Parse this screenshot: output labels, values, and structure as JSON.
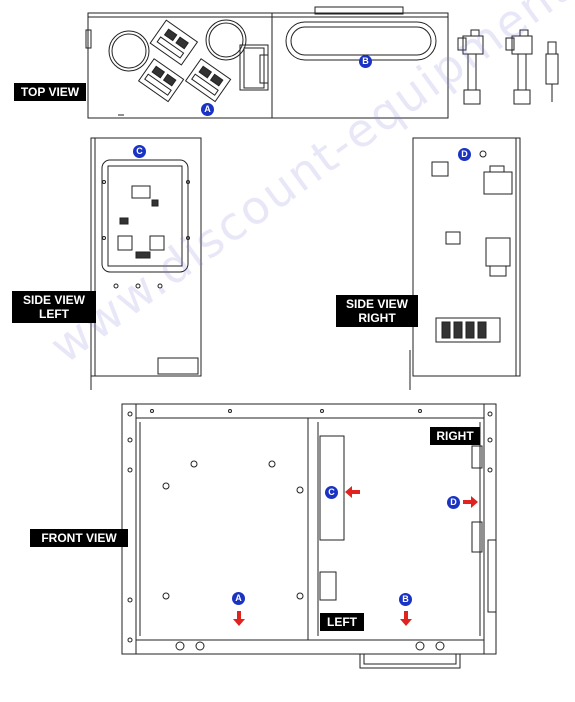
{
  "labels": {
    "top_view": "TOP VIEW",
    "side_view_left": "SIDE VIEW\nLEFT",
    "side_view_right": "SIDE VIEW\nRIGHT",
    "front_view": "FRONT VIEW",
    "right": "RIGHT",
    "left": "LEFT"
  },
  "badges": {
    "a": "A",
    "b": "B",
    "c": "C",
    "d": "D"
  },
  "watermark": "www.discount-equipment.com",
  "colors": {
    "badge": "#1a33c2",
    "arrow": "#e0231e",
    "line": "#222222",
    "label_bg": "#000000"
  }
}
